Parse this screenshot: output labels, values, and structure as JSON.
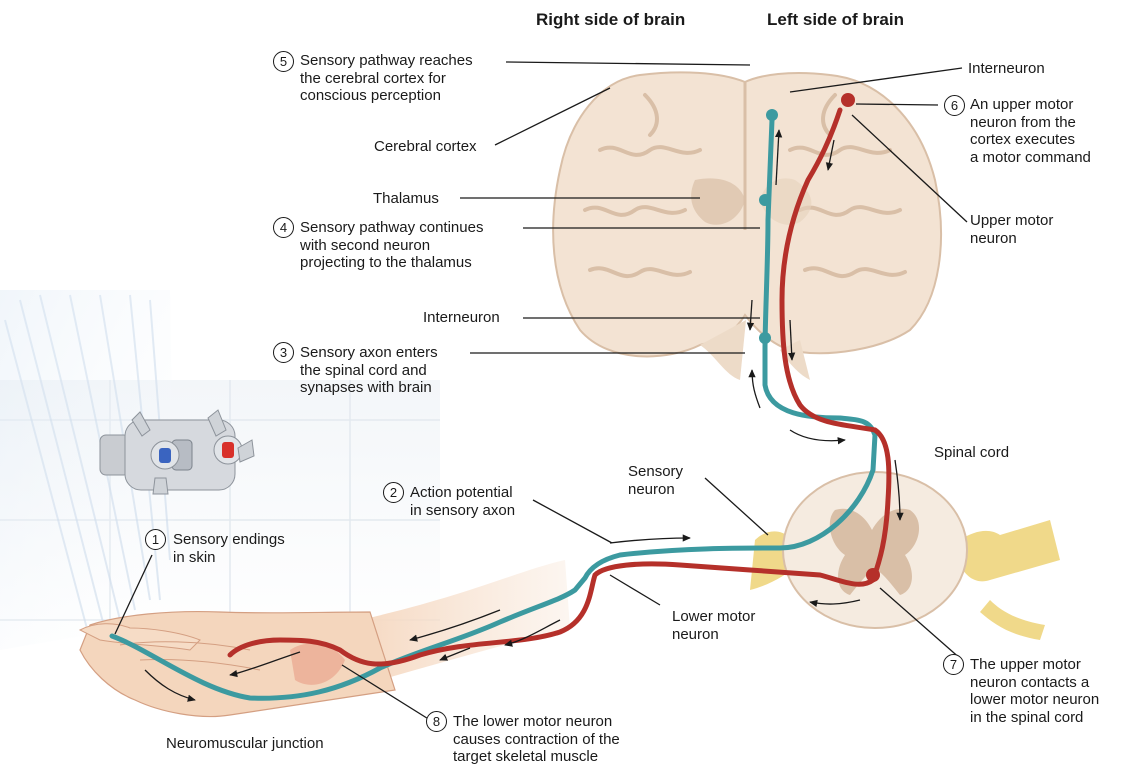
{
  "headings": {
    "right_side": "Right side of brain",
    "left_side": "Left side of brain"
  },
  "steps": [
    {
      "number": "1",
      "lines": [
        "Sensory endings",
        "in skin"
      ]
    },
    {
      "number": "2",
      "lines": [
        "Action potential",
        "in sensory axon"
      ]
    },
    {
      "number": "3",
      "lines": [
        "Sensory axon enters",
        "the spinal cord and",
        "synapses with brain"
      ]
    },
    {
      "number": "4",
      "lines": [
        "Sensory pathway continues",
        "with second neuron",
        "projecting to the thalamus"
      ]
    },
    {
      "number": "5",
      "lines": [
        "Sensory pathway reaches",
        "the cerebral cortex for",
        "conscious perception"
      ]
    },
    {
      "number": "6",
      "lines": [
        "An upper motor",
        "neuron from the",
        "cortex executes",
        "a motor command"
      ]
    },
    {
      "number": "7",
      "lines": [
        "The upper motor",
        "neuron contacts a",
        "lower motor neuron",
        "in the spinal cord"
      ]
    },
    {
      "number": "8",
      "lines": [
        "The  lower motor neuron",
        "causes contraction of the",
        "target skeletal muscle"
      ]
    }
  ],
  "labels": {
    "cerebral_cortex": "Cerebral cortex",
    "thalamus": "Thalamus",
    "interneuron_brain": "Interneuron",
    "interneuron_top": "Interneuron",
    "upper_motor_neuron": [
      "Upper motor",
      "neuron"
    ],
    "spinal_cord": "Spinal cord",
    "sensory_neuron": [
      "Sensory",
      "neuron"
    ],
    "lower_motor_neuron": [
      "Lower motor",
      "neuron"
    ],
    "neuromuscular_junction": "Neuromuscular junction"
  },
  "colors": {
    "sensory_pathway": "#3c9aa0",
    "motor_pathway": "#b5302a",
    "brain_tissue": "#f3e3d3",
    "gray_matter": "#d9bfa7",
    "skin": "#f4d6bd",
    "nerve_root": "#f0d98a",
    "hot_tap": "#d8302a",
    "cold_tap": "#3a64c0"
  }
}
